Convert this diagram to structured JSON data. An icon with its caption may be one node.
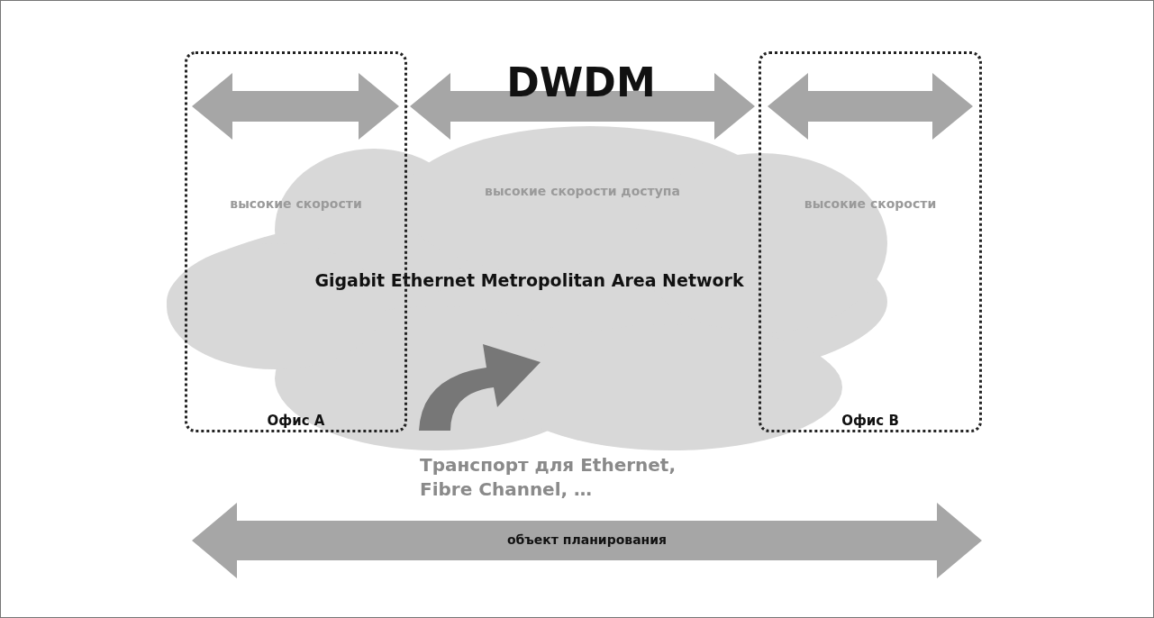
{
  "diagram": {
    "title": "DWDM",
    "nodes": [
      {
        "text": [
          "Gigabit Ethernet Metropolitan Area Network"
        ]
      },
      {
        "text": [
          "высокие скорости",
          "Офис A"
        ]
      },
      {
        "text": [
          "высокие скорости",
          "Офис B"
        ]
      }
    ],
    "labels": [
      "высокие скорости доступа",
      "Транспорт для Ethernet, Fibre Channel, …",
      "объект планирования"
    ]
  }
}
